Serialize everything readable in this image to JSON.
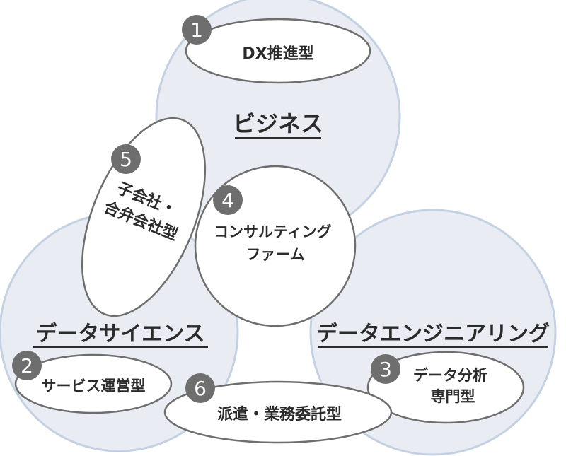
{
  "domains": {
    "business": "ビジネス",
    "data_science": "データサイエンス",
    "data_engineering": "データエンジニアリング"
  },
  "types": [
    {
      "num": "1",
      "lines": [
        "DX推進型"
      ]
    },
    {
      "num": "2",
      "lines": [
        "サービス運営型"
      ]
    },
    {
      "num": "3",
      "lines": [
        "データ分析",
        "専門型"
      ]
    },
    {
      "num": "4",
      "lines": [
        "コンサルティング",
        "ファーム"
      ]
    },
    {
      "num": "5",
      "lines": [
        "子会社・",
        "合弁会社型"
      ]
    },
    {
      "num": "6",
      "lines": [
        "派遣・業務委託型"
      ]
    }
  ],
  "colors": {
    "circle_fill": "#e9edf3",
    "circle_stroke": "#c4d1e3",
    "ellipse_stroke": "#6e6e6e",
    "badge_fill": "#6e6e6e",
    "text": "#2b2b2b"
  }
}
